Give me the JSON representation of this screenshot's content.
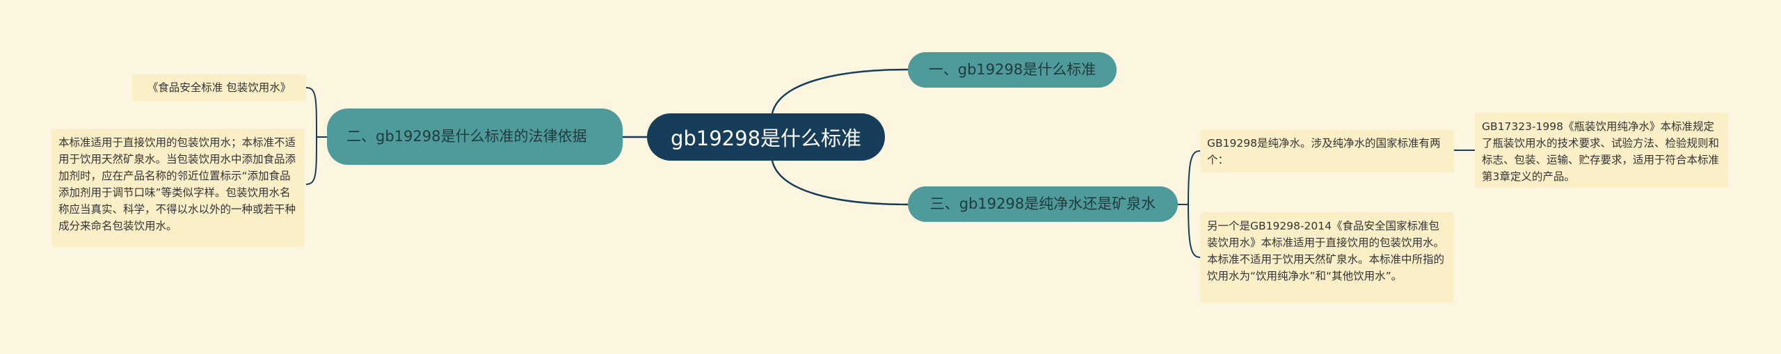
{
  "colors": {
    "background": "#fcf6e0",
    "root_fill": "#163d5a",
    "branch_fill": "#4f9a9b",
    "leaf_fill": "#fbefc8",
    "line": "#163d5a"
  },
  "root": {
    "label": "gb19298是什么标准"
  },
  "branches": [
    {
      "id": "b1",
      "label": "一、gb19298是什么标准"
    },
    {
      "id": "b2",
      "label": "二、gb19298是什么标准的法律依据"
    },
    {
      "id": "b3",
      "label": "三、gb19298是纯净水还是矿泉水"
    }
  ],
  "leaves": [
    {
      "id": "l1",
      "parent": "b2",
      "text": "《食品安全标准 包装饮用水》"
    },
    {
      "id": "l2",
      "parent": "b2",
      "text": "本标准适用于直接饮用的包装饮用水；本标准不适用于饮用天然矿泉水。当包装饮用水中添加食品添加剂时，应在产品名称的邻近位置标示“添加食品添加剂用于调节口味”等类似字样。包装饮用水名称应当真实、科学，不得以水以外的一种或若干种成分来命名包装饮用水。"
    },
    {
      "id": "l3",
      "parent": "b3",
      "text": "GB19298是纯净水。涉及纯净水的国家标准有两个："
    },
    {
      "id": "l4",
      "parent": "l3",
      "text": "GB17323-1998《瓶装饮用纯净水》本标准规定了瓶装饮用水的技术要求、试验方法、检验规则和标志、包装、运输、贮存要求，适用于符合本标准第3章定义的产品。"
    },
    {
      "id": "l5",
      "parent": "b3",
      "text": "另一个是GB19298-2014《食品安全国家标准包装饮用水》本标准适用于直接饮用的包装饮用水。本标准不适用于饮用天然矿泉水。本标准中所指的饮用水为“饮用纯净水”和“其他饮用水”。"
    }
  ]
}
